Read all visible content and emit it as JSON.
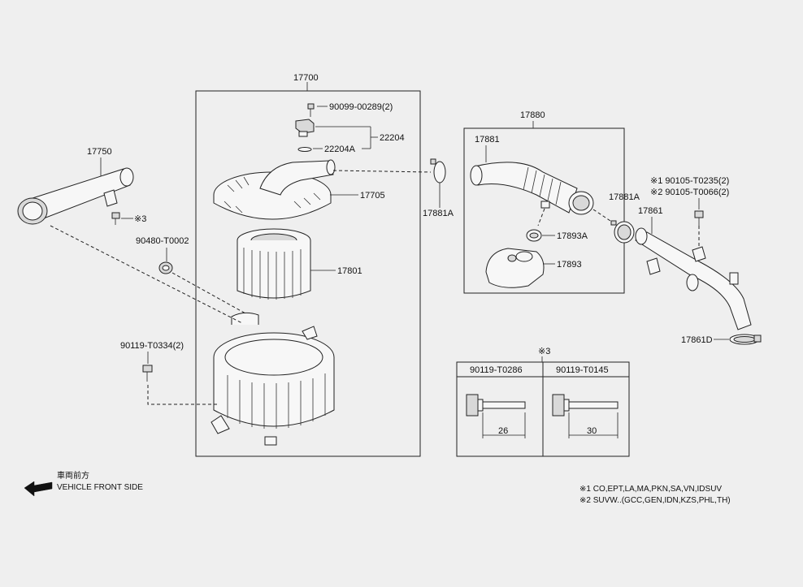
{
  "labels": {
    "assembly_main": "17700",
    "screw_top": "90099-00289(2)",
    "sensor": "22204",
    "sensor_gasket": "22204A",
    "cover": "17705",
    "element": "17801",
    "inlet_pipe": "17750",
    "grommet": "90480-T0002",
    "inlet_bolt_ref": "※3",
    "case_bolt": "90119-T0334(2)",
    "hose_assembly": "17880",
    "hose": "17881",
    "clamp_left": "17881A",
    "clamp_mid": "17893A",
    "resonator": "17893",
    "clamp_right": "17881A",
    "pipe_right": "17861",
    "pipe_right_clamp": "17861D",
    "bolt_note_1": "※1  90105-T0235(2)",
    "bolt_note_2": "※2  90105-T0066(2)"
  },
  "bolt_table": {
    "ref": "※3",
    "col1_header": "90119-T0286",
    "col2_header": "90119-T0145",
    "col1_length": "26",
    "col2_length": "30"
  },
  "front_indicator": {
    "japanese": "車両前方",
    "english": "VEHICLE FRONT SIDE"
  },
  "footnotes": {
    "note1": "※1  CO,EPT,LA,MA,PKN,SA,VN,IDSUV",
    "note2": "※2  SUVW..(GCC,GEN,IDN,KZS,PHL,TH)"
  }
}
